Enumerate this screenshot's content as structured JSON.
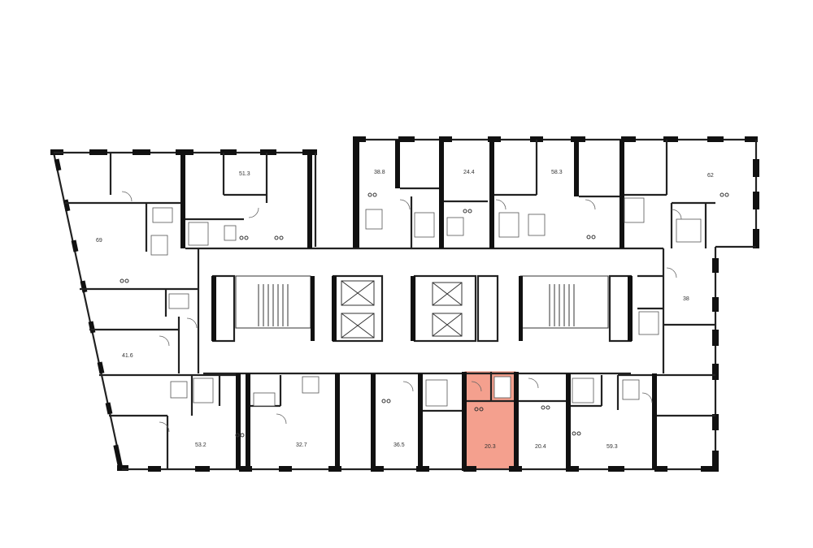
{
  "plan": {
    "highlight_color": "#F4A08E",
    "apartments": [
      {
        "id": "apt-69",
        "area": "69"
      },
      {
        "id": "apt-51-3",
        "area": "51.3"
      },
      {
        "id": "apt-38-8",
        "area": "38.8"
      },
      {
        "id": "apt-24-4",
        "area": "24.4"
      },
      {
        "id": "apt-58-3",
        "area": "58.3"
      },
      {
        "id": "apt-62",
        "area": "62"
      },
      {
        "id": "apt-38",
        "area": "38"
      },
      {
        "id": "apt-41-6",
        "area": "41.6"
      },
      {
        "id": "apt-53-2",
        "area": "53.2"
      },
      {
        "id": "apt-32-7",
        "area": "32.7"
      },
      {
        "id": "apt-36-5",
        "area": "36.5"
      },
      {
        "id": "apt-20-3",
        "area": "20.3",
        "selected": true
      },
      {
        "id": "apt-20-4",
        "area": "20.4"
      },
      {
        "id": "apt-59-3",
        "area": "59.3"
      }
    ]
  }
}
